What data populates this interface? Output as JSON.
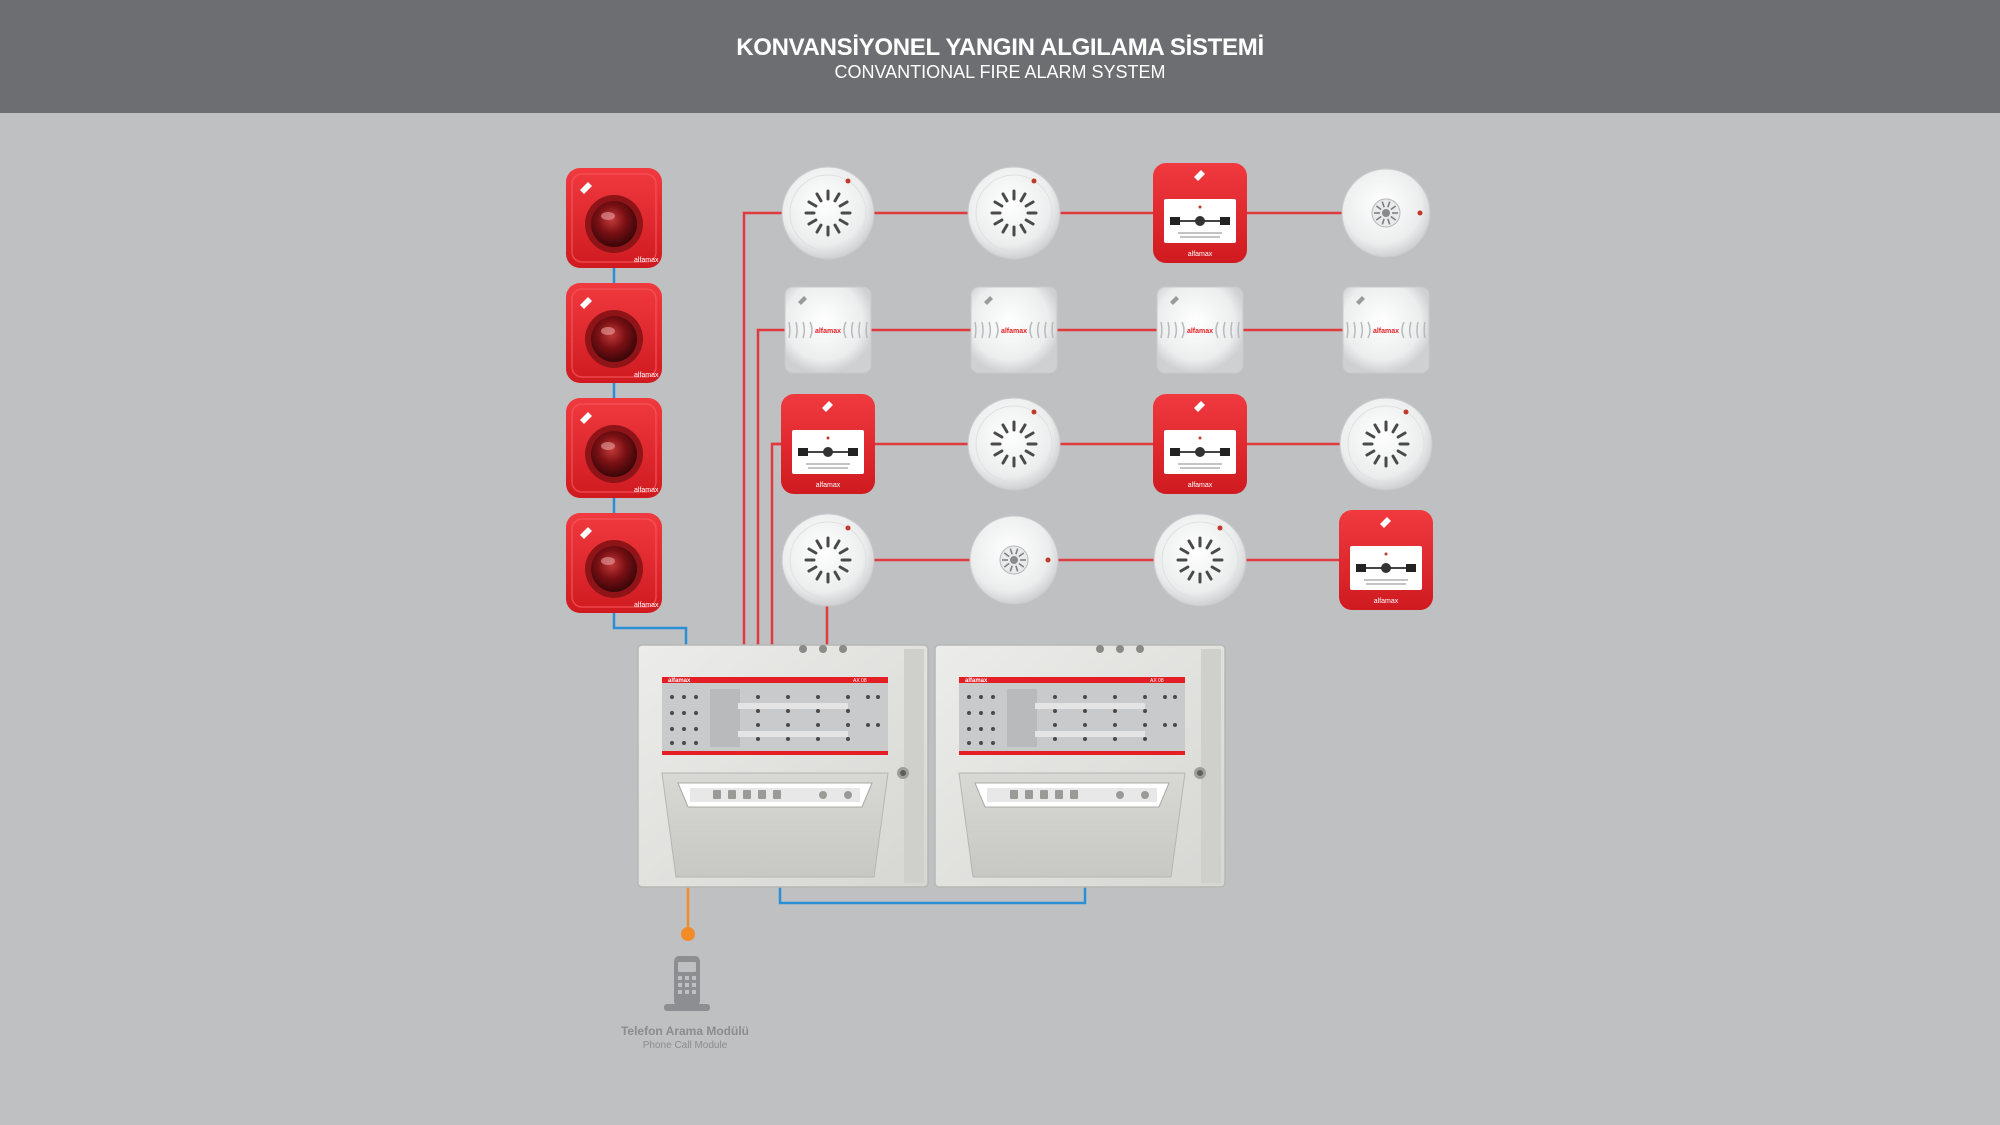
{
  "header": {
    "title": "KONVANSİYONEL YANGIN ALGILAMA SİSTEMİ",
    "subtitle": "CONVANTIONAL FIRE ALARM SYSTEM"
  },
  "brand": "alfamax",
  "panel_model": "AX 08",
  "phone_module": {
    "label": "Telefon Arama Modülü",
    "sublabel": "Phone Call Module"
  },
  "colors": {
    "header_bg": "#6d6e71",
    "background": "#bfc0c2",
    "detector_line": "#e03a3e",
    "bus_line": "#2b8fd6",
    "phone_line": "#f28c28",
    "device_red": "#e31e24"
  },
  "sounders": [
    "sounder-1",
    "sounder-2",
    "sounder-3",
    "sounder-4"
  ],
  "detector_rows": [
    [
      "smoke-detector",
      "smoke-detector",
      "manual-call-point",
      "heat-detector"
    ],
    [
      "square-detector",
      "square-detector",
      "square-detector",
      "square-detector"
    ],
    [
      "manual-call-point",
      "smoke-detector",
      "manual-call-point",
      "smoke-detector"
    ],
    [
      "smoke-detector",
      "heat-detector",
      "smoke-detector",
      "manual-call-point"
    ]
  ],
  "panels": [
    "control-panel-1",
    "control-panel-2"
  ]
}
